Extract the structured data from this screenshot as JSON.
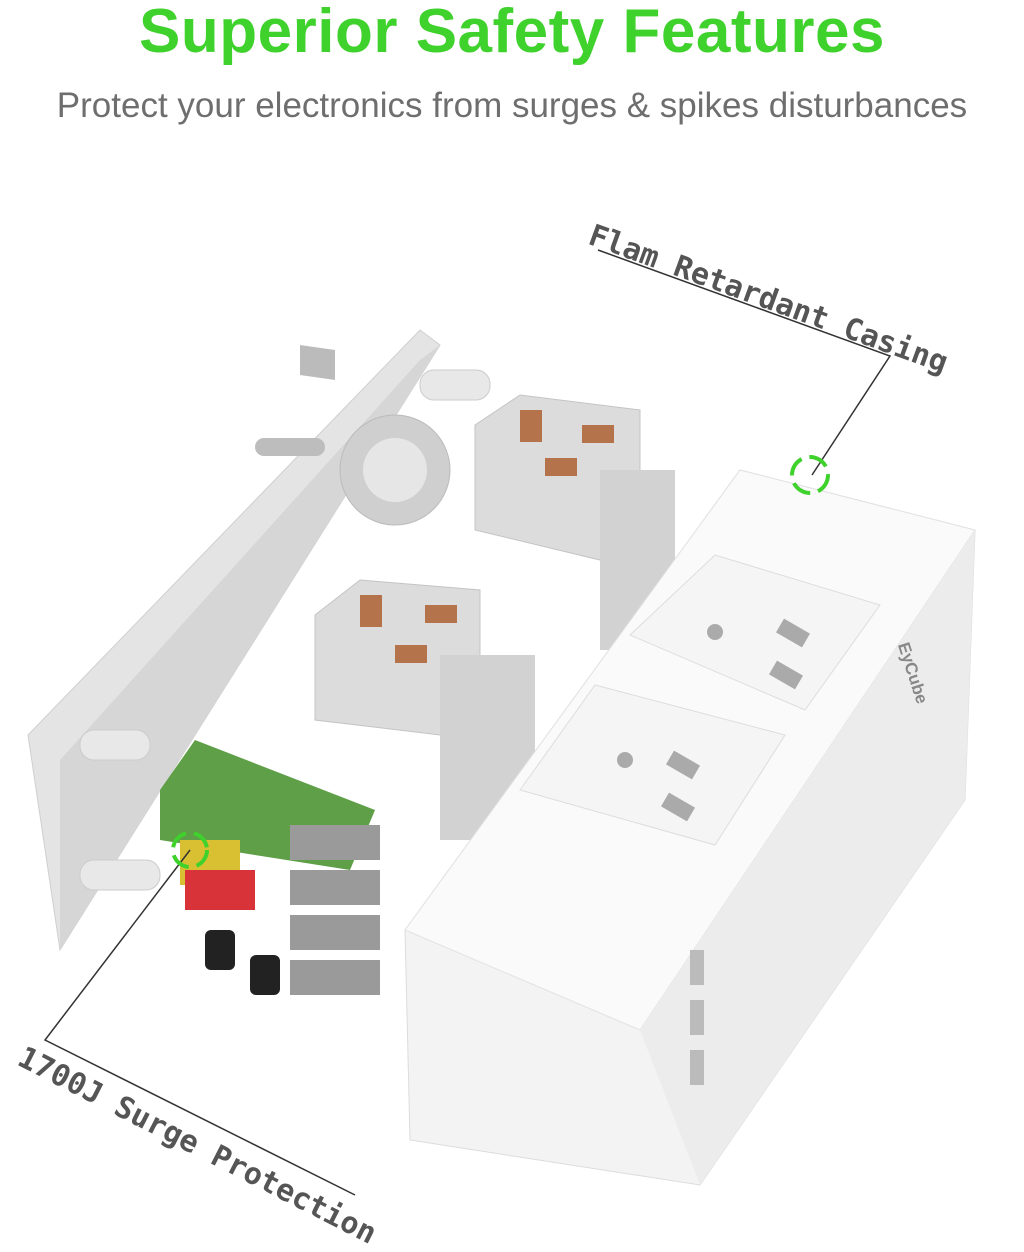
{
  "header": {
    "title": "Superior Safety Features",
    "subtitle": "Protect your electronics from surges & spikes disturbances"
  },
  "callouts": {
    "casing": "Flam Retardant Casing",
    "surge": "1700J Surge Protection"
  },
  "product": {
    "logo_text": "EyCube"
  },
  "colors": {
    "accent": "#3fd12c",
    "subtitle": "#6e6e6e",
    "callout": "#555555"
  }
}
